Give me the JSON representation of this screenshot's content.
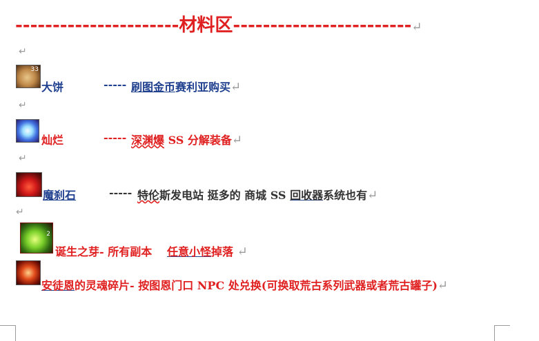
{
  "heading": {
    "left_dashes": "----------------------",
    "title": "材料区",
    "right_dashes": "------------------------"
  },
  "paragraph_mark": "↵",
  "items": [
    {
      "icon": "pastry-coin-icon",
      "icon_badge": "33",
      "name": "大饼",
      "separator": "-----",
      "desc_a": "刷图金币",
      "desc_b": "赛利亚购买"
    },
    {
      "icon": "swirl-orb-icon",
      "name": "灿烂",
      "separator": "-----",
      "desc_a": "深渊爆",
      "desc_b": " SS 分解装备"
    },
    {
      "icon": "red-crystal-icon",
      "name": "魔刹石",
      "separator": "-----",
      "desc_a": "特伦",
      "desc_b": "斯发电站  挺多的    商城 SS ",
      "desc_c": "回收器",
      "desc_d": "系统也有"
    },
    {
      "icon": "green-sprout-icon",
      "icon_badge": "2",
      "name": "诞生之芽-  所有副本",
      "desc_a": "任意小怪",
      "desc_b": "掉落"
    },
    {
      "icon": "red-fragment-icon",
      "name": "安徒恩",
      "desc_a": "的灵魂碎片-  按图恩门口 NPC 处兑换(可换取荒古系列武器或者荒古罐子)"
    }
  ]
}
